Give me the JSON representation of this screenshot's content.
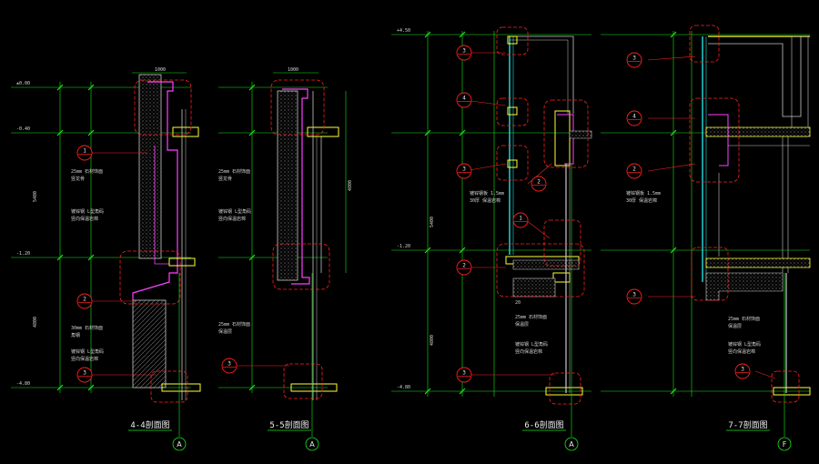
{
  "colors": {
    "background": "#000000",
    "dimension": "#19e619",
    "callout": "#ff2020",
    "wall": "#c8c8c8",
    "cladding": "#ff40ff",
    "steel": "#ffff33",
    "glass": "#20e0e0",
    "text": "#e8e8e8"
  },
  "sections": [
    {
      "title": "4-4剖面图",
      "axis": "A"
    },
    {
      "title": "5-5剖面图",
      "axis": "A"
    },
    {
      "title": "6-6剖面图",
      "axis": "A"
    },
    {
      "title": "7-7剖面图",
      "axis": "F"
    }
  ],
  "callouts": [
    {
      "section": 0,
      "label": "1"
    },
    {
      "section": 0,
      "label": "2"
    },
    {
      "section": 0,
      "label": "3"
    },
    {
      "section": 1,
      "label": "3"
    },
    {
      "section": 2,
      "label": "3"
    },
    {
      "section": 2,
      "label": "4"
    },
    {
      "section": 2,
      "label": "3"
    },
    {
      "section": 2,
      "label": "2"
    },
    {
      "section": 2,
      "label": "1"
    },
    {
      "section": 2,
      "label": "2"
    },
    {
      "section": 2,
      "label": "3"
    },
    {
      "section": 3,
      "label": "3"
    },
    {
      "section": 3,
      "label": "4"
    },
    {
      "section": 3,
      "label": "2"
    },
    {
      "section": 3,
      "label": "3"
    },
    {
      "section": 3,
      "label": "3"
    }
  ]
}
